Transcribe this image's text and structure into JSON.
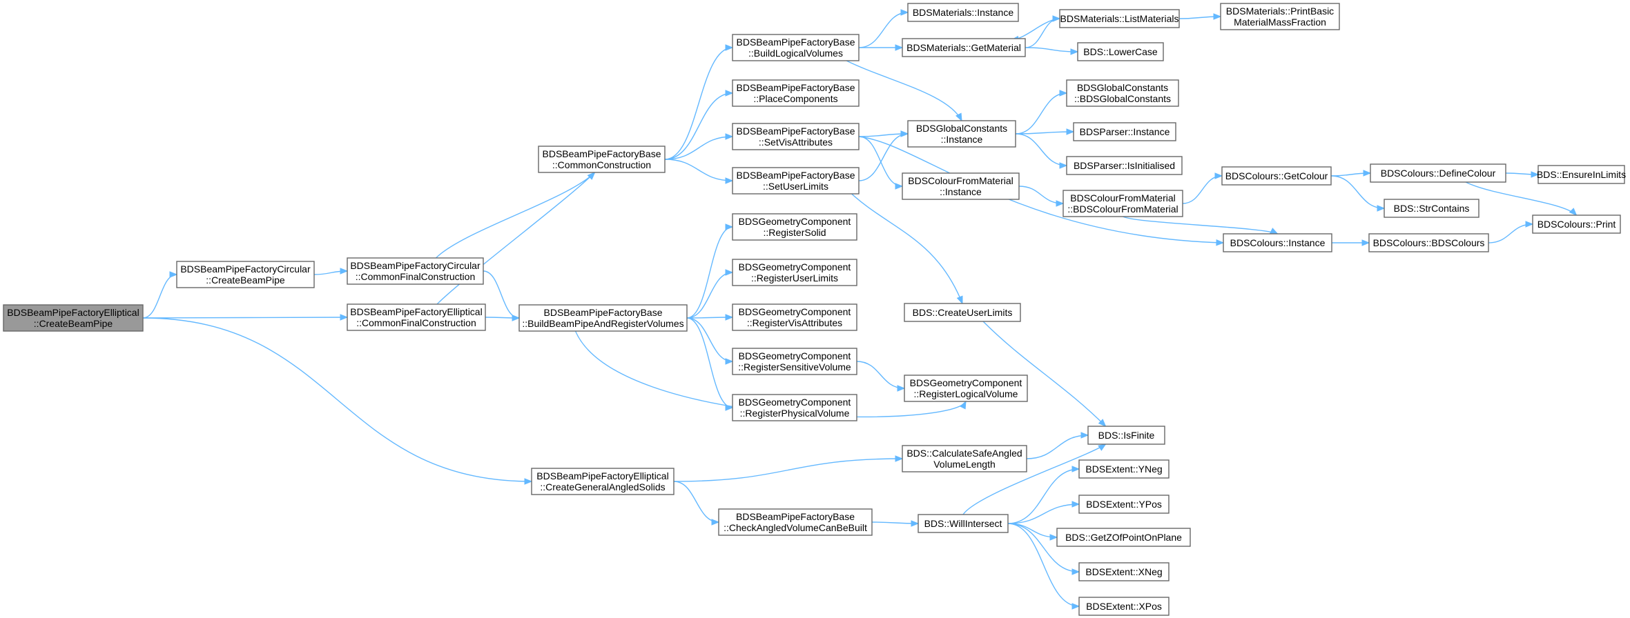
{
  "nodes": [
    {
      "id": "root",
      "lines": [
        "BDSBeamPipeFactoryElliptical",
        "::CreateBeamPipe"
      ],
      "root": true
    },
    {
      "id": "circCreate",
      "lines": [
        "BDSBeamPipeFactoryCircular",
        "::CreateBeamPipe"
      ]
    },
    {
      "id": "circFinal",
      "lines": [
        "BDSBeamPipeFactoryCircular",
        "::CommonFinalConstruction"
      ]
    },
    {
      "id": "ellFinal",
      "lines": [
        "BDSBeamPipeFactoryElliptical",
        "::CommonFinalConstruction"
      ]
    },
    {
      "id": "ellAngled",
      "lines": [
        "BDSBeamPipeFactoryElliptical",
        "::CreateGeneralAngledSolids"
      ]
    },
    {
      "id": "commonConstr",
      "lines": [
        "BDSBeamPipeFactoryBase",
        "::CommonConstruction"
      ]
    },
    {
      "id": "buildRegister",
      "lines": [
        "BDSBeamPipeFactoryBase",
        "::BuildBeamPipeAndRegisterVolumes"
      ]
    },
    {
      "id": "buildLogical",
      "lines": [
        "BDSBeamPipeFactoryBase",
        "::BuildLogicalVolumes"
      ]
    },
    {
      "id": "placeComp",
      "lines": [
        "BDSBeamPipeFactoryBase",
        "::PlaceComponents"
      ]
    },
    {
      "id": "setVis",
      "lines": [
        "BDSBeamPipeFactoryBase",
        "::SetVisAttributes"
      ]
    },
    {
      "id": "setUserLimits",
      "lines": [
        "BDSBeamPipeFactoryBase",
        "::SetUserLimits"
      ]
    },
    {
      "id": "regSolid",
      "lines": [
        "BDSGeometryComponent",
        "::RegisterSolid"
      ]
    },
    {
      "id": "regUserLimits",
      "lines": [
        "BDSGeometryComponent",
        "::RegisterUserLimits"
      ]
    },
    {
      "id": "regVisAttr",
      "lines": [
        "BDSGeometryComponent",
        "::RegisterVisAttributes"
      ]
    },
    {
      "id": "regSensitive",
      "lines": [
        "BDSGeometryComponent",
        "::RegisterSensitiveVolume"
      ]
    },
    {
      "id": "regPhysical",
      "lines": [
        "BDSGeometryComponent",
        "::RegisterPhysicalVolume"
      ]
    },
    {
      "id": "checkAngled",
      "lines": [
        "BDSBeamPipeFactoryBase",
        "::CheckAngledVolumeCanBeBuilt"
      ]
    },
    {
      "id": "matInstance",
      "lines": [
        "BDSMaterials::Instance"
      ]
    },
    {
      "id": "matGet",
      "lines": [
        "BDSMaterials::GetMaterial"
      ]
    },
    {
      "id": "globalInst",
      "lines": [
        "BDSGlobalConstants",
        "::Instance"
      ]
    },
    {
      "id": "colourMatInst",
      "lines": [
        "BDSColourFromMaterial",
        "::Instance"
      ]
    },
    {
      "id": "createUserLimits",
      "lines": [
        "BDS::CreateUserLimits"
      ]
    },
    {
      "id": "regLogical",
      "lines": [
        "BDSGeometryComponent",
        "::RegisterLogicalVolume"
      ]
    },
    {
      "id": "calcSafe",
      "lines": [
        "BDS::CalculateSafeAngled",
        "VolumeLength"
      ]
    },
    {
      "id": "willIntersect",
      "lines": [
        "BDS::WillIntersect"
      ]
    },
    {
      "id": "listMat",
      "lines": [
        "BDSMaterials::ListMaterials"
      ]
    },
    {
      "id": "lowerCase",
      "lines": [
        "BDS::LowerCase"
      ]
    },
    {
      "id": "globalCtor",
      "lines": [
        "BDSGlobalConstants",
        "::BDSGlobalConstants"
      ]
    },
    {
      "id": "parserInst",
      "lines": [
        "BDSParser::Instance"
      ]
    },
    {
      "id": "parserIsInit",
      "lines": [
        "BDSParser::IsInitialised"
      ]
    },
    {
      "id": "colourMatCtor",
      "lines": [
        "BDSColourFromMaterial",
        "::BDSColourFromMaterial"
      ]
    },
    {
      "id": "isFinite",
      "lines": [
        "BDS::IsFinite"
      ]
    },
    {
      "id": "yNeg",
      "lines": [
        "BDSExtent::YNeg"
      ]
    },
    {
      "id": "yPos",
      "lines": [
        "BDSExtent::YPos"
      ]
    },
    {
      "id": "getZ",
      "lines": [
        "BDS::GetZOfPointOnPlane"
      ]
    },
    {
      "id": "xNeg",
      "lines": [
        "BDSExtent::XNeg"
      ]
    },
    {
      "id": "xPos",
      "lines": [
        "BDSExtent::XPos"
      ]
    },
    {
      "id": "printMass",
      "lines": [
        "BDSMaterials::PrintBasic",
        "MaterialMassFraction"
      ]
    },
    {
      "id": "getColour",
      "lines": [
        "BDSColours::GetColour"
      ]
    },
    {
      "id": "coloursInst",
      "lines": [
        "BDSColours::Instance"
      ]
    },
    {
      "id": "defineColour",
      "lines": [
        "BDSColours::DefineColour"
      ]
    },
    {
      "id": "strContains",
      "lines": [
        "BDS::StrContains"
      ]
    },
    {
      "id": "coloursCtor",
      "lines": [
        "BDSColours::BDSColours"
      ]
    },
    {
      "id": "ensureLimits",
      "lines": [
        "BDS::EnsureInLimits"
      ]
    },
    {
      "id": "coloursPrint",
      "lines": [
        "BDSColours::Print"
      ]
    }
  ],
  "edges": [
    [
      "root",
      "circCreate"
    ],
    [
      "root",
      "ellFinal"
    ],
    [
      "root",
      "ellAngled"
    ],
    [
      "circCreate",
      "circFinal"
    ],
    [
      "circFinal",
      "commonConstr"
    ],
    [
      "circFinal",
      "buildRegister"
    ],
    [
      "ellFinal",
      "commonConstr"
    ],
    [
      "ellFinal",
      "buildRegister"
    ],
    [
      "ellAngled",
      "calcSafe"
    ],
    [
      "ellAngled",
      "checkAngled"
    ],
    [
      "commonConstr",
      "buildLogical"
    ],
    [
      "commonConstr",
      "placeComp"
    ],
    [
      "commonConstr",
      "setVis"
    ],
    [
      "commonConstr",
      "setUserLimits"
    ],
    [
      "buildRegister",
      "regSolid"
    ],
    [
      "buildRegister",
      "regUserLimits"
    ],
    [
      "buildRegister",
      "regVisAttr"
    ],
    [
      "buildRegister",
      "regSensitive"
    ],
    [
      "buildRegister",
      "regPhysical"
    ],
    [
      "buildRegister",
      "regLogical"
    ],
    [
      "buildLogical",
      "matInstance"
    ],
    [
      "buildLogical",
      "matGet"
    ],
    [
      "buildLogical",
      "globalInst"
    ],
    [
      "setVis",
      "globalInst"
    ],
    [
      "setVis",
      "colourMatInst"
    ],
    [
      "setVis",
      "coloursInst"
    ],
    [
      "setUserLimits",
      "globalInst"
    ],
    [
      "setUserLimits",
      "createUserLimits"
    ],
    [
      "regSensitive",
      "regLogical"
    ],
    [
      "checkAngled",
      "willIntersect"
    ],
    [
      "matGet",
      "listMat"
    ],
    [
      "matGet",
      "lowerCase"
    ],
    [
      "listMat",
      "matGet"
    ],
    [
      "listMat",
      "printMass"
    ],
    [
      "globalInst",
      "globalCtor"
    ],
    [
      "globalInst",
      "parserInst"
    ],
    [
      "globalInst",
      "parserIsInit"
    ],
    [
      "colourMatInst",
      "colourMatCtor"
    ],
    [
      "colourMatCtor",
      "getColour"
    ],
    [
      "colourMatCtor",
      "coloursInst"
    ],
    [
      "createUserLimits",
      "isFinite"
    ],
    [
      "calcSafe",
      "isFinite"
    ],
    [
      "willIntersect",
      "isFinite"
    ],
    [
      "willIntersect",
      "yNeg"
    ],
    [
      "willIntersect",
      "yPos"
    ],
    [
      "willIntersect",
      "getZ"
    ],
    [
      "willIntersect",
      "xNeg"
    ],
    [
      "willIntersect",
      "xPos"
    ],
    [
      "getColour",
      "defineColour"
    ],
    [
      "getColour",
      "strContains"
    ],
    [
      "coloursInst",
      "coloursCtor"
    ],
    [
      "defineColour",
      "ensureLimits"
    ],
    [
      "defineColour",
      "coloursPrint"
    ],
    [
      "coloursCtor",
      "coloursPrint"
    ]
  ]
}
